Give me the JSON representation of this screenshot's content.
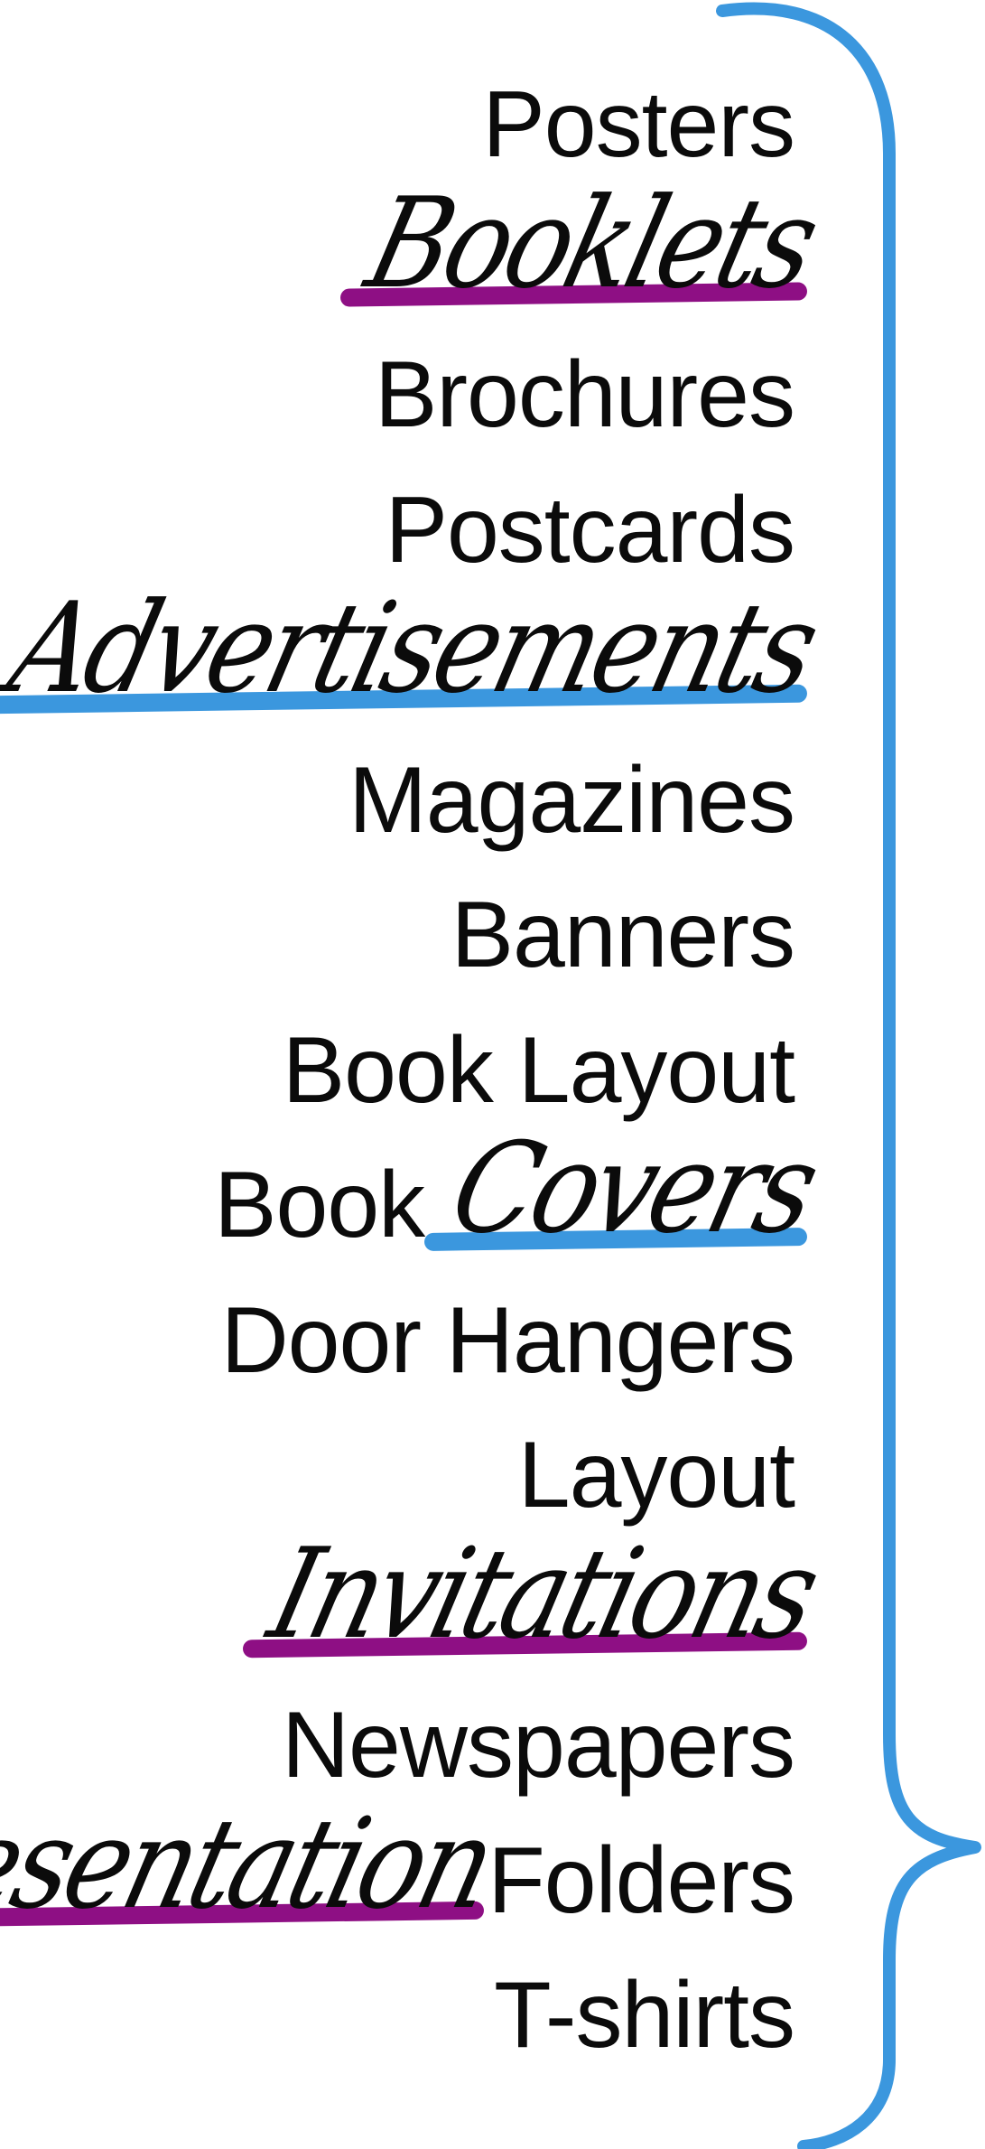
{
  "colors": {
    "text": "#0b0b0b",
    "brace": "#3b97de",
    "highlight_purple": "#8e0f84",
    "highlight_blue": "#3b97de"
  },
  "items": [
    {
      "plain": "Posters"
    },
    {
      "script": "Booklets",
      "highlight": "highlight_purple"
    },
    {
      "plain": "Brochures"
    },
    {
      "plain": "Postcards"
    },
    {
      "script": "Advertisements",
      "highlight": "highlight_blue"
    },
    {
      "plain": "Magazines"
    },
    {
      "plain": "Banners"
    },
    {
      "plain": "Book Layout"
    },
    {
      "plain": "Book",
      "script": "Covers",
      "highlight": "highlight_blue",
      "order": "plain-first"
    },
    {
      "plain": "Door Hangers"
    },
    {
      "plain": "Layout"
    },
    {
      "script": "Invitations",
      "highlight": "highlight_purple"
    },
    {
      "plain": "Newspapers"
    },
    {
      "script": "Presentation",
      "plain": "Folders",
      "highlight": "highlight_purple",
      "order": "script-first"
    },
    {
      "plain": "T-shirts"
    }
  ]
}
